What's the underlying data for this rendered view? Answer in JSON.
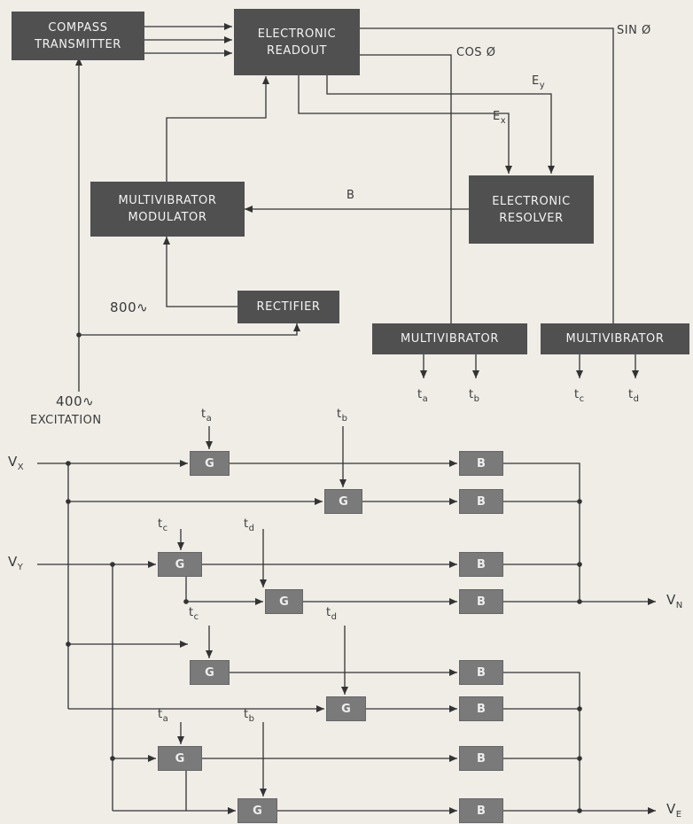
{
  "blocks": {
    "compass": [
      "COMPASS",
      "TRANSMITTER"
    ],
    "readout": [
      "ELECTRONIC",
      "READOUT"
    ],
    "modulator": [
      "MULTIVIBRATOR",
      "MODULATOR"
    ],
    "resolver": [
      "ELECTRONIC",
      "RESOLVER"
    ],
    "rectifier": "RECTIFIER",
    "mv_left": "MULTIVIBRATOR",
    "mv_right": "MULTIVIBRATOR",
    "gate": "G",
    "buffer": "B"
  },
  "labels": {
    "sin": "SIN Ø",
    "cos": "COS Ø",
    "ex_main": "E",
    "ex_sub": "x",
    "ey_main": "E",
    "ey_sub": "y",
    "b": "B",
    "ac800": "800∿",
    "ac400": "400∿",
    "excitation": "EXCITATION",
    "t": "t",
    "a": "a",
    "b_sub": "b",
    "c": "c",
    "d": "d",
    "v": "V",
    "x": "X",
    "y": "Y",
    "n": "N",
    "e": "E"
  },
  "colors": {
    "block": "#505050",
    "gate": "#7a7a7a",
    "wire": "#333333",
    "paper": "#efede6"
  }
}
